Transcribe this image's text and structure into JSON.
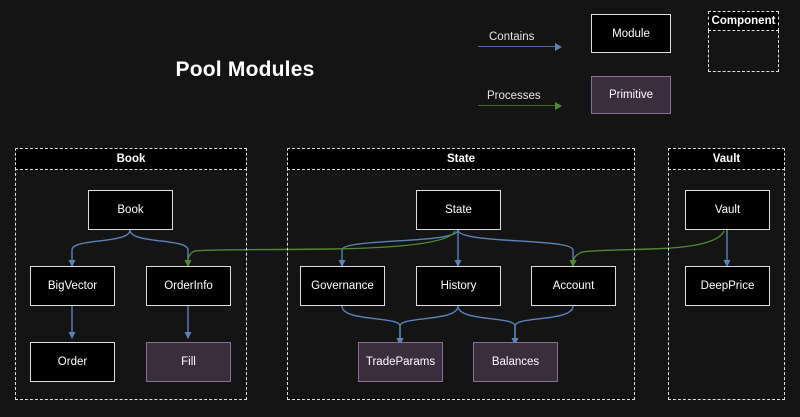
{
  "title": "Pool Modules",
  "colors": {
    "background": "#141414",
    "module_fill": "#000000",
    "module_border": "#dcdcdc",
    "primitive_fill": "#3a2d3e",
    "primitive_border": "#8a6f94",
    "contains_edge": "#5b82bb",
    "processes_edge": "#4f8a33",
    "cluster_border": "#e0e0e0",
    "text": "#ffffff"
  },
  "legend": {
    "edges": [
      {
        "label": "Contains",
        "color_key": "contains_edge"
      },
      {
        "label": "Processes",
        "color_key": "processes_edge"
      }
    ],
    "shapes": [
      {
        "label": "Module",
        "type": "module"
      },
      {
        "label": "Primitive",
        "type": "primitive"
      }
    ],
    "container": {
      "label": "Component"
    }
  },
  "clusters": [
    {
      "id": "book",
      "label": "Book",
      "nodes": [
        {
          "id": "book-node",
          "label": "Book",
          "type": "module"
        },
        {
          "id": "bigvector",
          "label": "BigVector",
          "type": "module"
        },
        {
          "id": "orderinfo",
          "label": "OrderInfo",
          "type": "module"
        },
        {
          "id": "order",
          "label": "Order",
          "type": "module"
        },
        {
          "id": "fill",
          "label": "Fill",
          "type": "primitive"
        }
      ]
    },
    {
      "id": "state",
      "label": "State",
      "nodes": [
        {
          "id": "state-node",
          "label": "State",
          "type": "module"
        },
        {
          "id": "governance",
          "label": "Governance",
          "type": "module"
        },
        {
          "id": "history",
          "label": "History",
          "type": "module"
        },
        {
          "id": "account",
          "label": "Account",
          "type": "module"
        },
        {
          "id": "tradeparams",
          "label": "TradeParams",
          "type": "primitive"
        },
        {
          "id": "balances",
          "label": "Balances",
          "type": "primitive"
        }
      ]
    },
    {
      "id": "vault",
      "label": "Vault",
      "nodes": [
        {
          "id": "vault-node",
          "label": "Vault",
          "type": "module"
        },
        {
          "id": "deepprice",
          "label": "DeepPrice",
          "type": "module"
        }
      ]
    }
  ],
  "edges": [
    {
      "from": "Book",
      "to": "BigVector",
      "kind": "Contains"
    },
    {
      "from": "Book",
      "to": "OrderInfo",
      "kind": "Contains"
    },
    {
      "from": "BigVector",
      "to": "Order",
      "kind": "Contains"
    },
    {
      "from": "OrderInfo",
      "to": "Fill",
      "kind": "Contains"
    },
    {
      "from": "State",
      "to": "Governance",
      "kind": "Contains"
    },
    {
      "from": "State",
      "to": "History",
      "kind": "Contains"
    },
    {
      "from": "State",
      "to": "Account",
      "kind": "Contains"
    },
    {
      "from": "Governance",
      "to": "TradeParams",
      "kind": "Contains"
    },
    {
      "from": "History",
      "to": "TradeParams",
      "kind": "Contains"
    },
    {
      "from": "History",
      "to": "Balances",
      "kind": "Contains"
    },
    {
      "from": "Account",
      "to": "Balances",
      "kind": "Contains"
    },
    {
      "from": "Vault",
      "to": "DeepPrice",
      "kind": "Contains"
    },
    {
      "from": "State",
      "to": "OrderInfo",
      "kind": "Processes"
    },
    {
      "from": "Vault",
      "to": "Account",
      "kind": "Processes"
    }
  ]
}
